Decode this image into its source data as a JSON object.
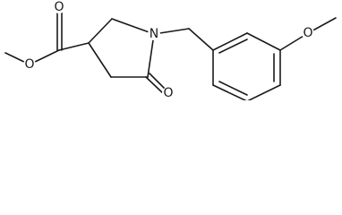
{
  "molecule": {
    "atoms": {
      "ester_carbonyl_o": "O",
      "ester_o": "O",
      "ring_n": "N",
      "lactam_o": "O",
      "methoxy_o": "O"
    }
  },
  "colors": {
    "bond": "#1a1a1a",
    "label": "#1a1a1a",
    "background": "#ffffff"
  }
}
